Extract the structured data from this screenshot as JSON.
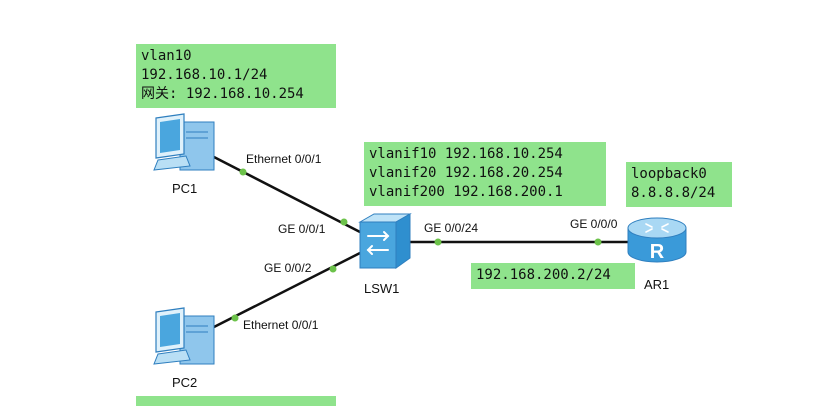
{
  "colors": {
    "note_fill": "#8fe38c",
    "link": "#111111",
    "port_dot": "#6cc24a",
    "device_blue": "#4aa6de"
  },
  "devices": {
    "pc1": {
      "name": "PC1",
      "icon": "pc-icon"
    },
    "pc2": {
      "name": "PC2",
      "icon": "pc-icon"
    },
    "lsw1": {
      "name": "LSW1",
      "icon": "switch-icon"
    },
    "ar1": {
      "name": "AR1",
      "icon": "router-icon"
    }
  },
  "ports": {
    "pc1_eth": "Ethernet 0/0/1",
    "lsw1_ge1": "GE 0/0/1",
    "lsw1_ge2": "GE 0/0/2",
    "pc2_eth": "Ethernet 0/0/1",
    "lsw1_ge24": "GE 0/0/24",
    "ar1_ge0": "GE 0/0/0"
  },
  "notes": {
    "pc1": [
      "vlan10",
      "192.168.10.1/24",
      "网关: 192.168.10.254"
    ],
    "lsw1": [
      "vlanif10 192.168.10.254",
      "vlanif20 192.168.20.254",
      "vlanif200 192.168.200.1"
    ],
    "ar1": [
      "loopback0",
      "8.8.8.8/24"
    ],
    "link": [
      "192.168.200.2/24"
    ]
  }
}
